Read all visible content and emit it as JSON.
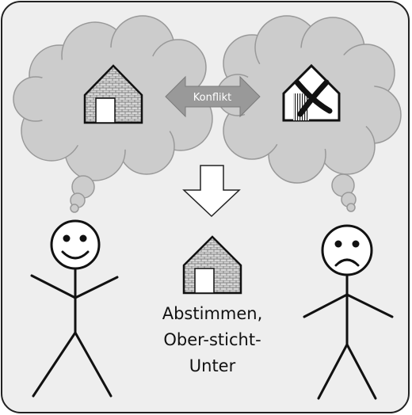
{
  "diagram": {
    "conflict_label": "Konflikt",
    "caption_lines": [
      "Abstimmen,",
      "Ober-sticht-",
      "Unter"
    ]
  },
  "icons": {
    "left_thought": "brick-house-icon",
    "right_thought": "crossed-out-house-icon",
    "result": "brick-house-icon",
    "left_person": "happy-stick-figure",
    "right_person": "sad-stick-figure"
  },
  "colors": {
    "panel_bg": "#eeeeee",
    "cloud": "#cccccc",
    "arrow_fill": "#999999"
  }
}
